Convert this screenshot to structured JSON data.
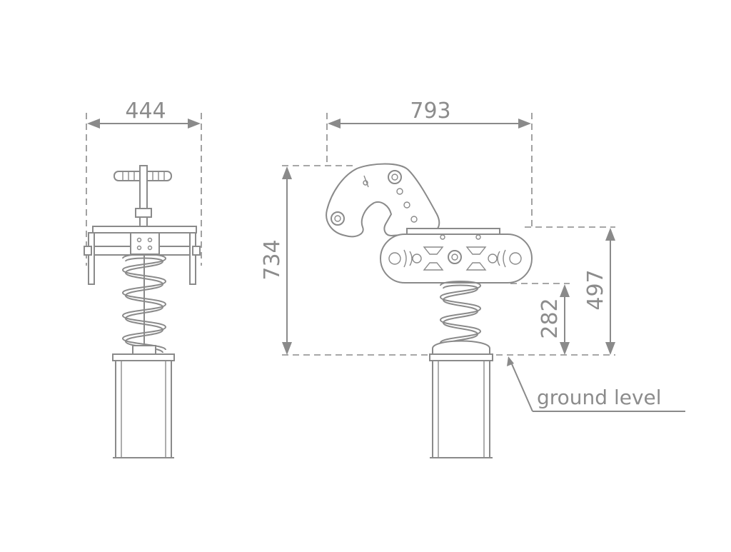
{
  "dimensions": {
    "front_width": "444",
    "side_length": "793",
    "total_height": "734",
    "seat_height": "497",
    "spring_height": "282"
  },
  "labels": {
    "ground": "ground level"
  },
  "colors": {
    "line": "#8a8a8a",
    "text": "#8c8c8c",
    "background": "#ffffff"
  }
}
